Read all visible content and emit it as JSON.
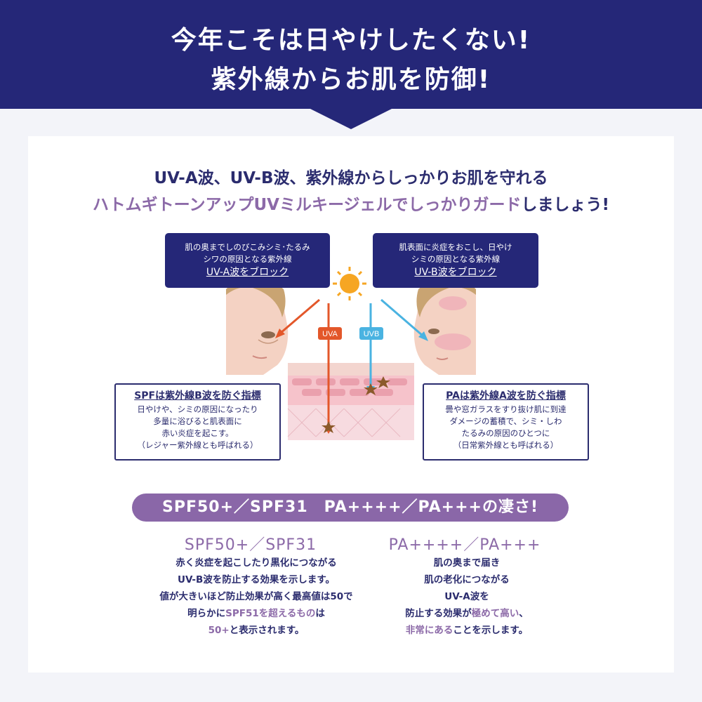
{
  "header": {
    "line1": "今年こそは日やけしたくない!",
    "line2": "紫外線からお肌を防御!"
  },
  "intro": {
    "line1": "UV-A波、UV-B波、紫外線からしっかりお肌を守れる",
    "line2_highlight": "ハトムギトーンアップUVミルキージェルでしっかりガード",
    "line2_rest": "しましょう!"
  },
  "uva_box": {
    "line1": "肌の奥までしのびこみシミ･たるみ",
    "line2": "シワの原因となる紫外線",
    "emphasis": "UV-A波をブロック"
  },
  "uvb_box": {
    "line1": "肌表面に炎症をおこし、日やけ",
    "line2": "シミの原因となる紫外線",
    "emphasis": "UV-B波をブロック"
  },
  "diagram": {
    "uva_label": "UVA",
    "uvb_label": "UVB",
    "colors": {
      "uva": "#e3572a",
      "uvb": "#4ab3e1",
      "sun": "#f6a623"
    }
  },
  "spf_box": {
    "title": "SPFは紫外線B波を防ぐ指標",
    "line1": "日やけや、シミの原因になったり",
    "line2": "多量に浴びると肌表面に",
    "line3": "赤い炎症を起こす。",
    "line4": "（レジャー紫外線とも呼ばれる）"
  },
  "pa_box": {
    "title": "PAは紫外線A波を防ぐ指標",
    "line1": "曇や窓ガラスをすり抜け肌に到達",
    "line2": "ダメージの蓄積で、シミ・しわ",
    "line3": "たるみの原因のひとつに",
    "line4": "（日常紫外線とも呼ばれる）"
  },
  "banner": {
    "text": "SPF50+／SPF31　PA++++／PA+++の凄さ!"
  },
  "left_col": {
    "title": "SPF50+／SPF31",
    "line1": "赤く炎症を起こしたり黒化につながる",
    "line2": "UV-B波を防止する効果を示します。",
    "line3": "値が大きいほど防止効果が高く最高値は50で",
    "line4_a": "明らかに",
    "line4_hl": "SPF51を超えるもの",
    "line4_b": "は",
    "line5_hl": "50+",
    "line5_b": "と表示されます。"
  },
  "right_col": {
    "title": "PA++++／PA+++",
    "line1": "肌の奥まで届き",
    "line2": "肌の老化につながる",
    "line3": "UV-A波を",
    "line4_a": "防止する効果が",
    "line4_hl": "極めて高い",
    "line4_b": "、",
    "line5_hl": "非常にある",
    "line5_b": "ことを示します。"
  },
  "colors": {
    "navy": "#252778",
    "purple": "#8a67a8",
    "background": "#f3f4f9"
  }
}
